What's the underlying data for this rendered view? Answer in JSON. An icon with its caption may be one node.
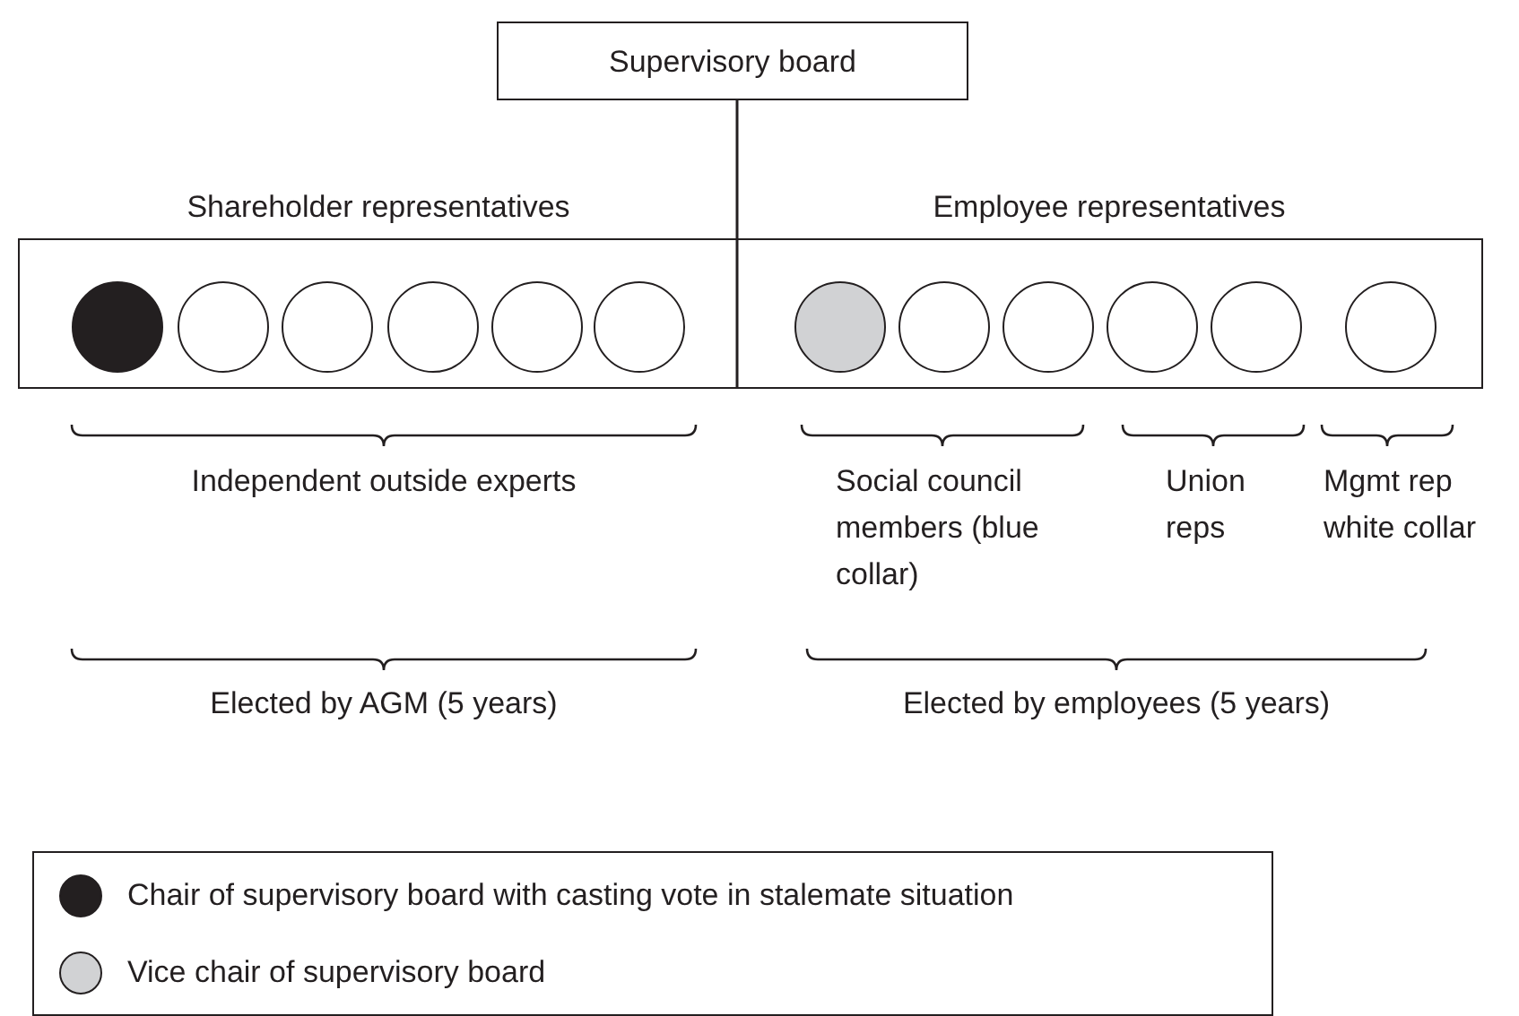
{
  "diagram": {
    "nodes": [
      {
        "text": [
          "Supervisory board"
        ]
      },
      {
        "text": [
          "Shareholder representatives"
        ]
      },
      {
        "text": [
          "Employee representatives"
        ]
      },
      {
        "text": [],
        "shape": "circle",
        "in": 1
      },
      {
        "text": [],
        "shape": "circle",
        "in": 1
      },
      {
        "text": [],
        "shape": "circle",
        "in": 1
      },
      {
        "text": [],
        "shape": "circle",
        "in": 1
      },
      {
        "text": [],
        "shape": "circle",
        "in": 1
      },
      {
        "text": [],
        "shape": "circle",
        "in": 1
      },
      {
        "text": [],
        "shape": "circle",
        "in": 2
      },
      {
        "text": [],
        "shape": "circle",
        "in": 2
      },
      {
        "text": [],
        "shape": "circle",
        "in": 2
      },
      {
        "text": [],
        "shape": "circle",
        "in": 2
      },
      {
        "text": [],
        "shape": "circle",
        "in": 2
      },
      {
        "text": [],
        "shape": "circle",
        "in": 2
      }
    ],
    "edges": [
      {
        "from": 0,
        "to": 1,
        "arrow": "none"
      },
      {
        "from": 0,
        "to": 2,
        "arrow": "none"
      }
    ],
    "labels": [
      "Independent outside experts",
      "Social council members (blue collar)",
      "Union reps",
      "Mgmt rep white collar",
      "Elected by AGM (5 years)",
      "Elected by employees (5 years)"
    ],
    "legend": [
      {
        "text": "Chair of supervisory board with casting vote in stalemate situation",
        "color": "#231f20"
      },
      {
        "text": "Vice chair of supervisory board",
        "color": "#d1d2d4"
      }
    ]
  }
}
